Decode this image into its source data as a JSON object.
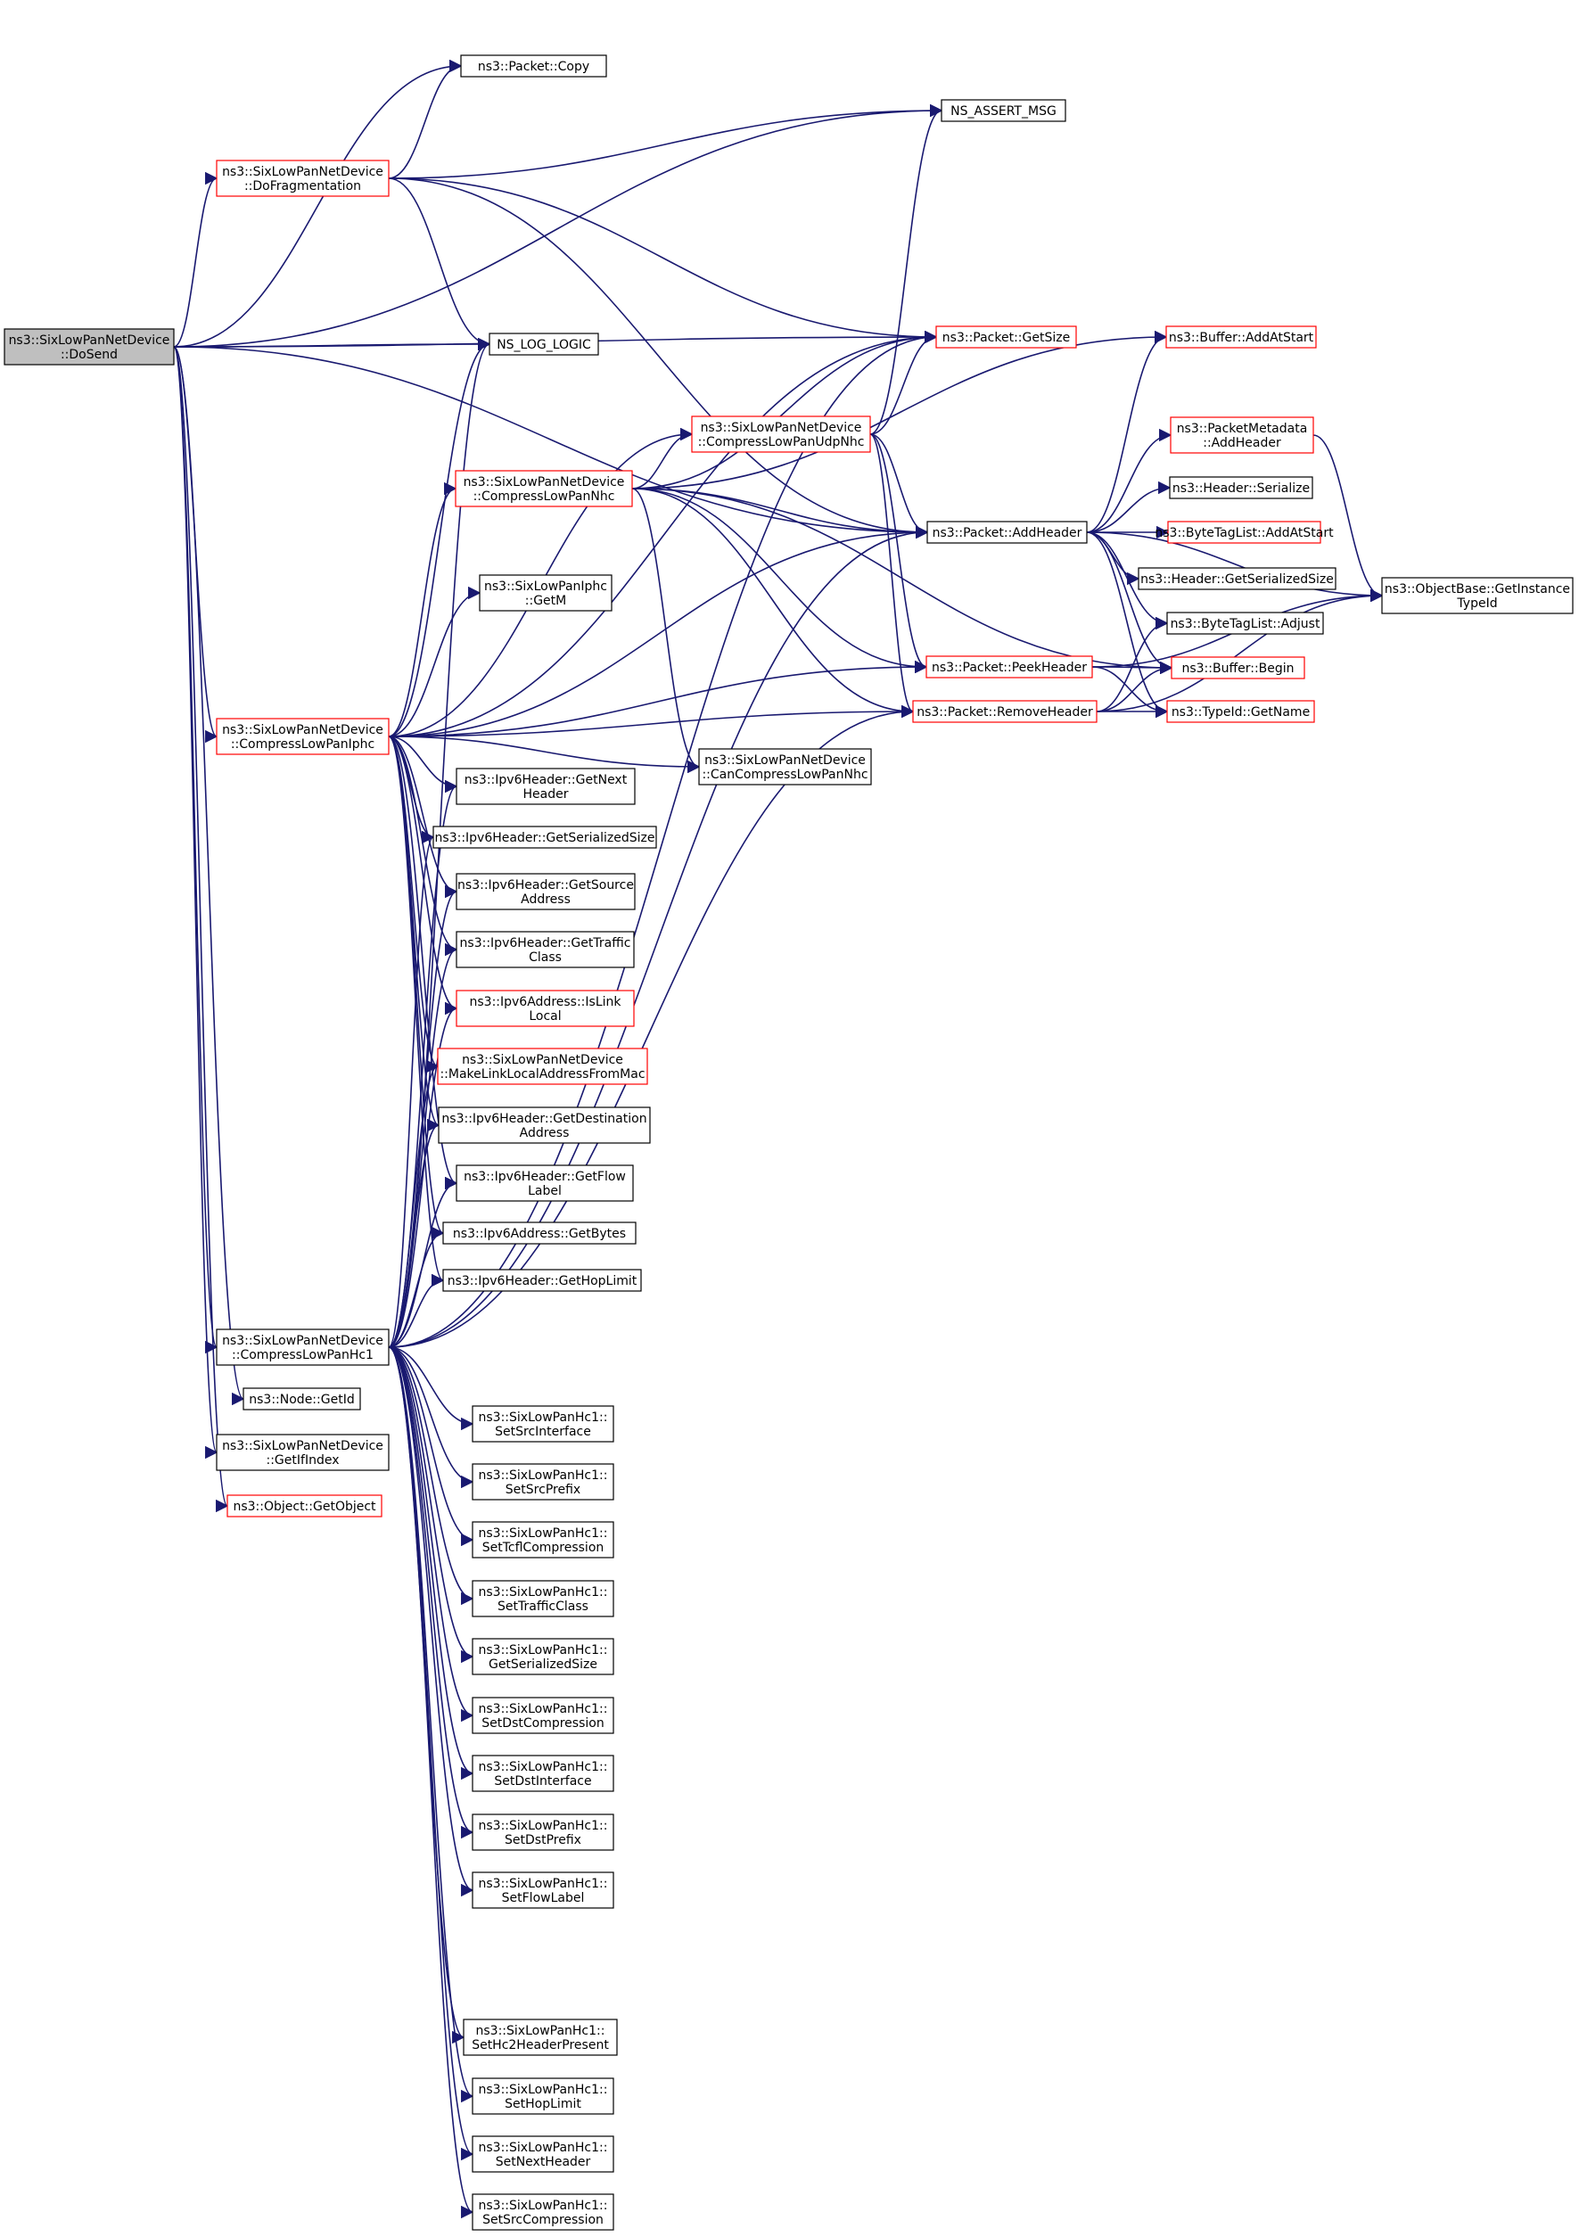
{
  "graph": {
    "root": "dosend",
    "colors": {
      "edge": "#191970",
      "truncated_border": "#ff0000",
      "normal_border": "#000000",
      "root_fill": "#bfbfbf"
    },
    "nodes": [
      {
        "id": "dosend",
        "lines": [
          "ns3::SixLowPanNetDevice",
          "::DoSend"
        ],
        "style": "root"
      },
      {
        "id": "packet_copy",
        "lines": [
          "ns3::Packet::Copy"
        ],
        "style": "normal"
      },
      {
        "id": "ns_assert_msg",
        "lines": [
          "NS_ASSERT_MSG"
        ],
        "style": "normal"
      },
      {
        "id": "dofragmentation",
        "lines": [
          "ns3::SixLowPanNetDevice",
          "::DoFragmentation"
        ],
        "style": "truncated"
      },
      {
        "id": "packet_getsize",
        "lines": [
          "ns3::Packet::GetSize"
        ],
        "style": "truncated"
      },
      {
        "id": "ns_log_logic",
        "lines": [
          "NS_LOG_LOGIC"
        ],
        "style": "normal"
      },
      {
        "id": "buffer_addatstart",
        "lines": [
          "ns3::Buffer::AddAtStart"
        ],
        "style": "truncated"
      },
      {
        "id": "compresslowpanudpnhc",
        "lines": [
          "ns3::SixLowPanNetDevice",
          "::CompressLowPanUdpNhc"
        ],
        "style": "truncated"
      },
      {
        "id": "packetmetadata_addheader",
        "lines": [
          "ns3::PacketMetadata",
          "::AddHeader"
        ],
        "style": "truncated"
      },
      {
        "id": "compresslowpannhc",
        "lines": [
          "ns3::SixLowPanNetDevice",
          "::CompressLowPanNhc"
        ],
        "style": "truncated"
      },
      {
        "id": "header_serialize",
        "lines": [
          "ns3::Header::Serialize"
        ],
        "style": "normal"
      },
      {
        "id": "packet_addheader",
        "lines": [
          "ns3::Packet::AddHeader"
        ],
        "style": "normal"
      },
      {
        "id": "bytetaglist_addatstart",
        "lines": [
          "ns3::ByteTagList::AddAtStart"
        ],
        "style": "truncated"
      },
      {
        "id": "sixlowpaniphc_getm",
        "lines": [
          "ns3::SixLowPanIphc",
          "::GetM"
        ],
        "style": "normal"
      },
      {
        "id": "header_getserializedsize",
        "lines": [
          "ns3::Header::GetSerializedSize"
        ],
        "style": "normal"
      },
      {
        "id": "objectbase_getinstancetypeid",
        "lines": [
          "ns3::ObjectBase::GetInstance",
          "TypeId"
        ],
        "style": "normal"
      },
      {
        "id": "bytetaglist_adjust",
        "lines": [
          "ns3::ByteTagList::Adjust"
        ],
        "style": "normal"
      },
      {
        "id": "packet_peekheader",
        "lines": [
          "ns3::Packet::PeekHeader"
        ],
        "style": "truncated"
      },
      {
        "id": "buffer_begin",
        "lines": [
          "ns3::Buffer::Begin"
        ],
        "style": "truncated"
      },
      {
        "id": "compresslowpaniphc",
        "lines": [
          "ns3::SixLowPanNetDevice",
          "::CompressLowPanIphc"
        ],
        "style": "truncated"
      },
      {
        "id": "packet_removeheader",
        "lines": [
          "ns3::Packet::RemoveHeader"
        ],
        "style": "truncated"
      },
      {
        "id": "typeid_getname",
        "lines": [
          "ns3::TypeId::GetName"
        ],
        "style": "truncated"
      },
      {
        "id": "cancompresslowpannhc",
        "lines": [
          "ns3::SixLowPanNetDevice",
          "::CanCompressLowPanNhc"
        ],
        "style": "normal"
      },
      {
        "id": "ipv6header_getnextheader",
        "lines": [
          "ns3::Ipv6Header::GetNext",
          "Header"
        ],
        "style": "normal"
      },
      {
        "id": "ipv6header_getserializedsize",
        "lines": [
          "ns3::Ipv6Header::GetSerializedSize"
        ],
        "style": "normal"
      },
      {
        "id": "ipv6header_getsourceaddress",
        "lines": [
          "ns3::Ipv6Header::GetSource",
          "Address"
        ],
        "style": "normal"
      },
      {
        "id": "ipv6header_gettrafficclass",
        "lines": [
          "ns3::Ipv6Header::GetTraffic",
          "Class"
        ],
        "style": "normal"
      },
      {
        "id": "ipv6address_islinklocal",
        "lines": [
          "ns3::Ipv6Address::IsLink",
          "Local"
        ],
        "style": "truncated"
      },
      {
        "id": "makelinklocaladdressfrommac",
        "lines": [
          "ns3::SixLowPanNetDevice",
          "::MakeLinkLocalAddressFromMac"
        ],
        "style": "truncated"
      },
      {
        "id": "ipv6header_getdestinationaddress",
        "lines": [
          "ns3::Ipv6Header::GetDestination",
          "Address"
        ],
        "style": "normal"
      },
      {
        "id": "ipv6header_getflowlabel",
        "lines": [
          "ns3::Ipv6Header::GetFlow",
          "Label"
        ],
        "style": "normal"
      },
      {
        "id": "ipv6address_getbytes",
        "lines": [
          "ns3::Ipv6Address::GetBytes"
        ],
        "style": "normal"
      },
      {
        "id": "ipv6header_gethoplimit",
        "lines": [
          "ns3::Ipv6Header::GetHopLimit"
        ],
        "style": "normal"
      },
      {
        "id": "compresslowpanhc1",
        "lines": [
          "ns3::SixLowPanNetDevice",
          "::CompressLowPanHc1"
        ],
        "style": "normal"
      },
      {
        "id": "node_getid",
        "lines": [
          "ns3::Node::GetId"
        ],
        "style": "normal"
      },
      {
        "id": "getifindex",
        "lines": [
          "ns3::SixLowPanNetDevice",
          "::GetIfIndex"
        ],
        "style": "normal"
      },
      {
        "id": "object_getobject",
        "lines": [
          "ns3::Object::GetObject"
        ],
        "style": "truncated"
      },
      {
        "id": "hc1_setsrcinterface",
        "lines": [
          "ns3::SixLowPanHc1::",
          "SetSrcInterface"
        ],
        "style": "normal"
      },
      {
        "id": "hc1_setsrcprefix",
        "lines": [
          "ns3::SixLowPanHc1::",
          "SetSrcPrefix"
        ],
        "style": "normal"
      },
      {
        "id": "hc1_settcflcompression",
        "lines": [
          "ns3::SixLowPanHc1::",
          "SetTcflCompression"
        ],
        "style": "normal"
      },
      {
        "id": "hc1_settrafficclass",
        "lines": [
          "ns3::SixLowPanHc1::",
          "SetTrafficClass"
        ],
        "style": "normal"
      },
      {
        "id": "hc1_getserializedsize",
        "lines": [
          "ns3::SixLowPanHc1::",
          "GetSerializedSize"
        ],
        "style": "normal"
      },
      {
        "id": "hc1_setdstcompression",
        "lines": [
          "ns3::SixLowPanHc1::",
          "SetDstCompression"
        ],
        "style": "normal"
      },
      {
        "id": "hc1_setdstinterface",
        "lines": [
          "ns3::SixLowPanHc1::",
          "SetDstInterface"
        ],
        "style": "normal"
      },
      {
        "id": "hc1_setdstprefix",
        "lines": [
          "ns3::SixLowPanHc1::",
          "SetDstPrefix"
        ],
        "style": "normal"
      },
      {
        "id": "hc1_setflowlabel",
        "lines": [
          "ns3::SixLowPanHc1::",
          "SetFlowLabel"
        ],
        "style": "normal"
      },
      {
        "id": "hc1_sethc2headerpresent",
        "lines": [
          "ns3::SixLowPanHc1::",
          "SetHc2HeaderPresent"
        ],
        "style": "normal"
      },
      {
        "id": "hc1_sethoplimit",
        "lines": [
          "ns3::SixLowPanHc1::",
          "SetHopLimit"
        ],
        "style": "normal"
      },
      {
        "id": "hc1_setnextheader",
        "lines": [
          "ns3::SixLowPanHc1::",
          "SetNextHeader"
        ],
        "style": "normal"
      },
      {
        "id": "hc1_setsrccompression",
        "lines": [
          "ns3::SixLowPanHc1::",
          "SetSrcCompression"
        ],
        "style": "normal"
      }
    ],
    "edges": [
      [
        "dosend",
        "packet_copy"
      ],
      [
        "dosend",
        "ns_assert_msg"
      ],
      [
        "dosend",
        "dofragmentation"
      ],
      [
        "dosend",
        "packet_getsize"
      ],
      [
        "dosend",
        "ns_log_logic"
      ],
      [
        "dosend",
        "packet_addheader"
      ],
      [
        "dosend",
        "compresslowpaniphc"
      ],
      [
        "dosend",
        "compresslowpanhc1"
      ],
      [
        "dosend",
        "node_getid"
      ],
      [
        "dosend",
        "getifindex"
      ],
      [
        "dosend",
        "object_getobject"
      ],
      [
        "dofragmentation",
        "packet_copy"
      ],
      [
        "dofragmentation",
        "ns_assert_msg"
      ],
      [
        "dofragmentation",
        "packet_getsize"
      ],
      [
        "dofragmentation",
        "ns_log_logic"
      ],
      [
        "dofragmentation",
        "packet_addheader"
      ],
      [
        "compresslowpanudpnhc",
        "ns_assert_msg"
      ],
      [
        "compresslowpanudpnhc",
        "packet_getsize"
      ],
      [
        "compresslowpanudpnhc",
        "packet_addheader"
      ],
      [
        "compresslowpanudpnhc",
        "packet_peekheader"
      ],
      [
        "compresslowpanudpnhc",
        "packet_removeheader"
      ],
      [
        "compresslowpannhc",
        "packet_getsize"
      ],
      [
        "compresslowpannhc",
        "buffer_addatstart"
      ],
      [
        "compresslowpannhc",
        "compresslowpanudpnhc"
      ],
      [
        "compresslowpannhc",
        "packet_addheader"
      ],
      [
        "compresslowpannhc",
        "packet_peekheader"
      ],
      [
        "compresslowpannhc",
        "packet_removeheader"
      ],
      [
        "compresslowpannhc",
        "cancompresslowpannhc"
      ],
      [
        "compresslowpannhc",
        "buffer_begin"
      ],
      [
        "packet_addheader",
        "buffer_addatstart"
      ],
      [
        "packet_addheader",
        "packetmetadata_addheader"
      ],
      [
        "packet_addheader",
        "header_serialize"
      ],
      [
        "packet_addheader",
        "bytetaglist_addatstart"
      ],
      [
        "packet_addheader",
        "header_getserializedsize"
      ],
      [
        "packet_addheader",
        "bytetaglist_adjust"
      ],
      [
        "packet_addheader",
        "buffer_begin"
      ],
      [
        "packet_addheader",
        "typeid_getname"
      ],
      [
        "packet_addheader",
        "objectbase_getinstancetypeid"
      ],
      [
        "packetmetadata_addheader",
        "objectbase_getinstancetypeid"
      ],
      [
        "packet_peekheader",
        "buffer_begin"
      ],
      [
        "packet_peekheader",
        "typeid_getname"
      ],
      [
        "packet_peekheader",
        "objectbase_getinstancetypeid"
      ],
      [
        "packet_removeheader",
        "bytetaglist_adjust"
      ],
      [
        "packet_removeheader",
        "buffer_begin"
      ],
      [
        "packet_removeheader",
        "typeid_getname"
      ],
      [
        "packet_removeheader",
        "objectbase_getinstancetypeid"
      ],
      [
        "compresslowpaniphc",
        "ns_log_logic"
      ],
      [
        "compresslowpaniphc",
        "packet_getsize"
      ],
      [
        "compresslowpaniphc",
        "compresslowpanudpnhc"
      ],
      [
        "compresslowpaniphc",
        "compresslowpannhc"
      ],
      [
        "compresslowpaniphc",
        "packet_addheader"
      ],
      [
        "compresslowpaniphc",
        "sixlowpaniphc_getm"
      ],
      [
        "compresslowpaniphc",
        "cancompresslowpannhc"
      ],
      [
        "compresslowpaniphc",
        "packet_peekheader"
      ],
      [
        "compresslowpaniphc",
        "packet_removeheader"
      ],
      [
        "compresslowpaniphc",
        "ipv6header_getnextheader"
      ],
      [
        "compresslowpaniphc",
        "ipv6header_getserializedsize"
      ],
      [
        "compresslowpaniphc",
        "ipv6header_getsourceaddress"
      ],
      [
        "compresslowpaniphc",
        "ipv6header_gettrafficclass"
      ],
      [
        "compresslowpaniphc",
        "ipv6address_islinklocal"
      ],
      [
        "compresslowpaniphc",
        "makelinklocaladdressfrommac"
      ],
      [
        "compresslowpaniphc",
        "ipv6header_getdestinationaddress"
      ],
      [
        "compresslowpaniphc",
        "ipv6header_getflowlabel"
      ],
      [
        "compresslowpaniphc",
        "ipv6address_getbytes"
      ],
      [
        "compresslowpaniphc",
        "ipv6header_gethoplimit"
      ],
      [
        "compresslowpanhc1",
        "ns_log_logic"
      ],
      [
        "compresslowpanhc1",
        "packet_getsize"
      ],
      [
        "compresslowpanhc1",
        "packet_addheader"
      ],
      [
        "compresslowpanhc1",
        "packet_removeheader"
      ],
      [
        "compresslowpanhc1",
        "ipv6header_getnextheader"
      ],
      [
        "compresslowpanhc1",
        "ipv6header_getserializedsize"
      ],
      [
        "compresslowpanhc1",
        "ipv6header_getsourceaddress"
      ],
      [
        "compresslowpanhc1",
        "ipv6header_gettrafficclass"
      ],
      [
        "compresslowpanhc1",
        "ipv6address_islinklocal"
      ],
      [
        "compresslowpanhc1",
        "makelinklocaladdressfrommac"
      ],
      [
        "compresslowpanhc1",
        "ipv6header_getdestinationaddress"
      ],
      [
        "compresslowpanhc1",
        "ipv6header_getflowlabel"
      ],
      [
        "compresslowpanhc1",
        "ipv6address_getbytes"
      ],
      [
        "compresslowpanhc1",
        "ipv6header_gethoplimit"
      ],
      [
        "compresslowpanhc1",
        "hc1_setsrcinterface"
      ],
      [
        "compresslowpanhc1",
        "hc1_setsrcprefix"
      ],
      [
        "compresslowpanhc1",
        "hc1_settcflcompression"
      ],
      [
        "compresslowpanhc1",
        "hc1_settrafficclass"
      ],
      [
        "compresslowpanhc1",
        "hc1_getserializedsize"
      ],
      [
        "compresslowpanhc1",
        "hc1_setdstcompression"
      ],
      [
        "compresslowpanhc1",
        "hc1_setdstinterface"
      ],
      [
        "compresslowpanhc1",
        "hc1_setdstprefix"
      ],
      [
        "compresslowpanhc1",
        "hc1_setflowlabel"
      ],
      [
        "compresslowpanhc1",
        "hc1_sethc2headerpresent"
      ],
      [
        "compresslowpanhc1",
        "hc1_sethoplimit"
      ],
      [
        "compresslowpanhc1",
        "hc1_setnextheader"
      ],
      [
        "compresslowpanhc1",
        "hc1_setsrccompression"
      ]
    ]
  }
}
